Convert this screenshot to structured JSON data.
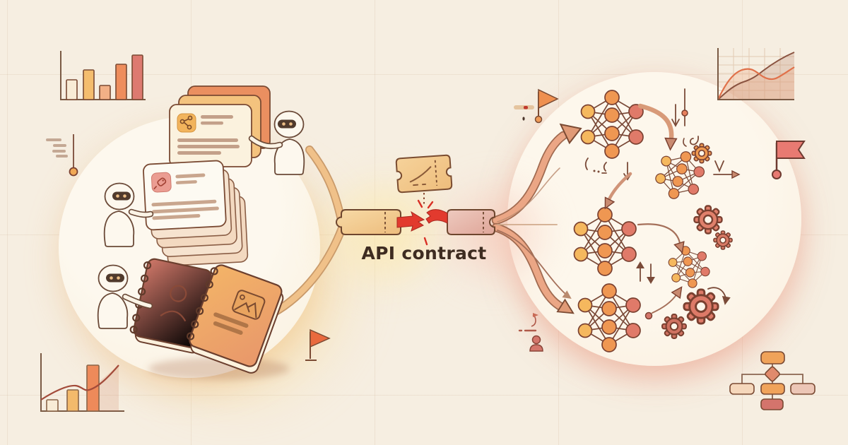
{
  "scene": {
    "background": "#f6eee1",
    "style": "flat illustration with subtle grid and soft glows",
    "palette": {
      "cream": "#f8efe0",
      "amber": "#f2b968",
      "orange": "#ee9258",
      "salmon": "#e8a17c",
      "rose": "#e07b6b",
      "red": "#e3372e",
      "brown_outline": "#7a4a33",
      "ink": "#3e2c21"
    }
  },
  "center": {
    "label": "API contract",
    "elements": [
      "spare-ticket-icon",
      "dashed-connector",
      "ticket-half-left-icon",
      "ticket-half-right-icon",
      "broken-red-arrows-icon",
      "spark-marks"
    ]
  },
  "left_cluster": {
    "theme": "robots handing over documents and notebooks",
    "elements": [
      "bar-chart-icon",
      "list-pin-icon",
      "robot",
      "card-stack-share-badge",
      "robot",
      "card-stack-tag-badge",
      "robot",
      "notebook-contacts-icon",
      "notebook-media-icon",
      "combo-chart-icon",
      "orange-flag-icon"
    ],
    "converging_curves": 2
  },
  "right_cluster": {
    "theme": "neural networks and gears pipeline",
    "elements": [
      "neural-network-icon",
      "neural-network-icon",
      "neural-network-icon",
      "small-neural-network-icon",
      "small-neural-network-icon",
      "gear-icon",
      "gear-icon",
      "gear-icon",
      "gear-icon",
      "gear-icon",
      "down-arrow-icon",
      "up-down-arrows-icon",
      "curved-arrow-icon",
      "hook-squiggle-icon",
      "line-chart-icon",
      "red-flag-icon",
      "pennant-flag-icon",
      "progress-pill-icon",
      "person-icon",
      "flowchart-icon"
    ],
    "branching_curves": 3
  },
  "decorative_charts": {
    "bar_chart_top_left": {
      "type": "bar",
      "values": [
        28,
        42,
        20,
        50,
        63
      ],
      "colors": [
        "#f8ecd6",
        "#f4bd6e",
        "#f2b086",
        "#ee8d5c",
        "#dd7a70"
      ]
    },
    "combo_chart_bottom_left": {
      "type": "bar",
      "values": [
        16,
        30,
        65
      ],
      "colors": [
        "#f8ecd6",
        "#f3ba6b",
        "#ee8a5a"
      ],
      "overlay_line": "rise-dip-rise"
    },
    "line_chart_top_right": {
      "type": "line",
      "series": [
        {
          "name": "orange",
          "shape": "rise-peak-dip-rise"
        },
        {
          "name": "brown",
          "shape": "steady-rise"
        }
      ],
      "grid": true
    },
    "flowchart_bottom_right": {
      "type": "flowchart",
      "nodes": [
        "root",
        "decision",
        "branch-left",
        "branch-center",
        "branch-right",
        "result"
      ]
    }
  }
}
